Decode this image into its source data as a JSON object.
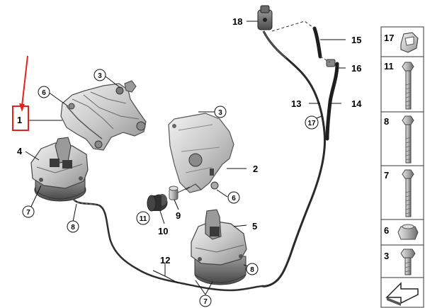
{
  "diagram": {
    "highlight_color": "#e8201c",
    "callouts": {
      "c1": "1",
      "c2": "2",
      "c3a": "3",
      "c3b": "3",
      "c4": "4",
      "c5": "5",
      "c6a": "6",
      "c6b": "6",
      "c7a": "7",
      "c7b": "7",
      "c8a": "8",
      "c8b": "8",
      "c9": "9",
      "c10": "10",
      "c11": "11",
      "c12": "12",
      "c13": "13",
      "c14": "14",
      "c15": "15",
      "c16": "16",
      "c17": "17",
      "c18": "18"
    },
    "sidebar": {
      "items": [
        {
          "label": "17",
          "icon": "clip-icon"
        },
        {
          "label": "11",
          "icon": "long-bolt-icon"
        },
        {
          "label": "8",
          "icon": "long-bolt-icon"
        },
        {
          "label": "7",
          "icon": "long-bolt-icon"
        },
        {
          "label": "6",
          "icon": "nut-icon"
        },
        {
          "label": "3",
          "icon": "short-bolt-icon"
        },
        {
          "label": "",
          "icon": "orientation-arrow-icon"
        }
      ]
    }
  }
}
